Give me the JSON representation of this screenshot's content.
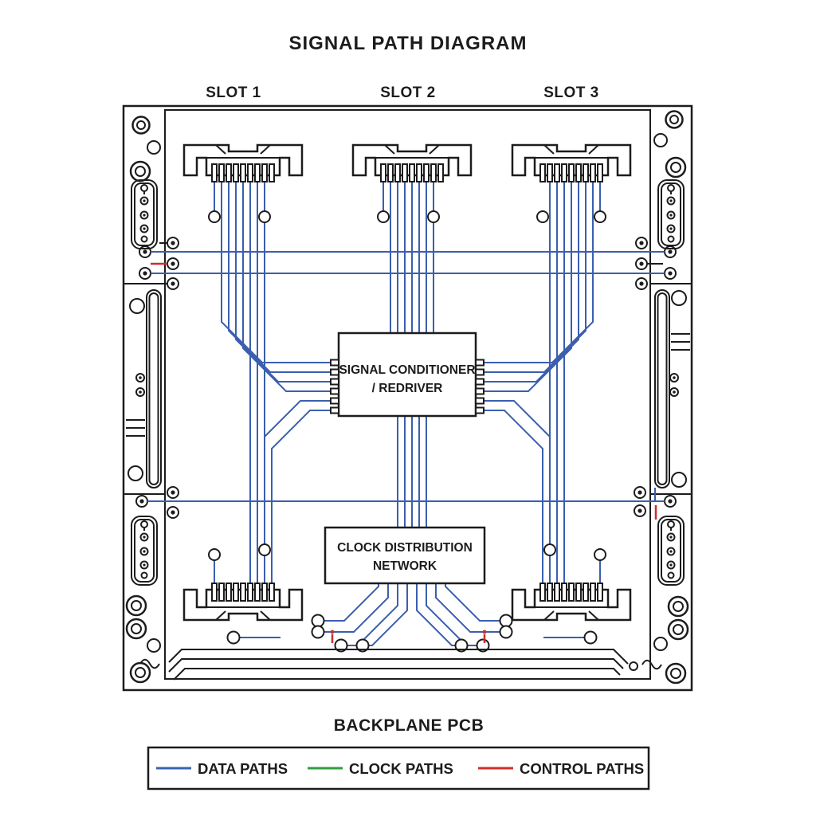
{
  "title": "SIGNAL PATH DIAGRAM",
  "slots": [
    {
      "label": "SLOT 1"
    },
    {
      "label": "SLOT 2"
    },
    {
      "label": "SLOT 3"
    }
  ],
  "blocks": {
    "conditioner": {
      "line1": "SIGNAL CONDITIONER",
      "line2": "/ REDRIVER"
    },
    "clock": {
      "line1": "CLOCK DISTRIBUTION",
      "line2": "NETWORK"
    }
  },
  "board_label": "BACKPLANE PCB",
  "legend": {
    "items": [
      {
        "label": "DATA PATHS",
        "color": "#3b63b0"
      },
      {
        "label": "CLOCK PATHS",
        "color": "#2f9e41"
      },
      {
        "label": "CONTROL PATHS",
        "color": "#cf2e2e"
      }
    ]
  },
  "colors": {
    "data_path": "#3b5fae",
    "clock_path": "#2f9e41",
    "control_path": "#c92f2f",
    "outline": "#1c1c1c",
    "background": "#ffffff"
  }
}
